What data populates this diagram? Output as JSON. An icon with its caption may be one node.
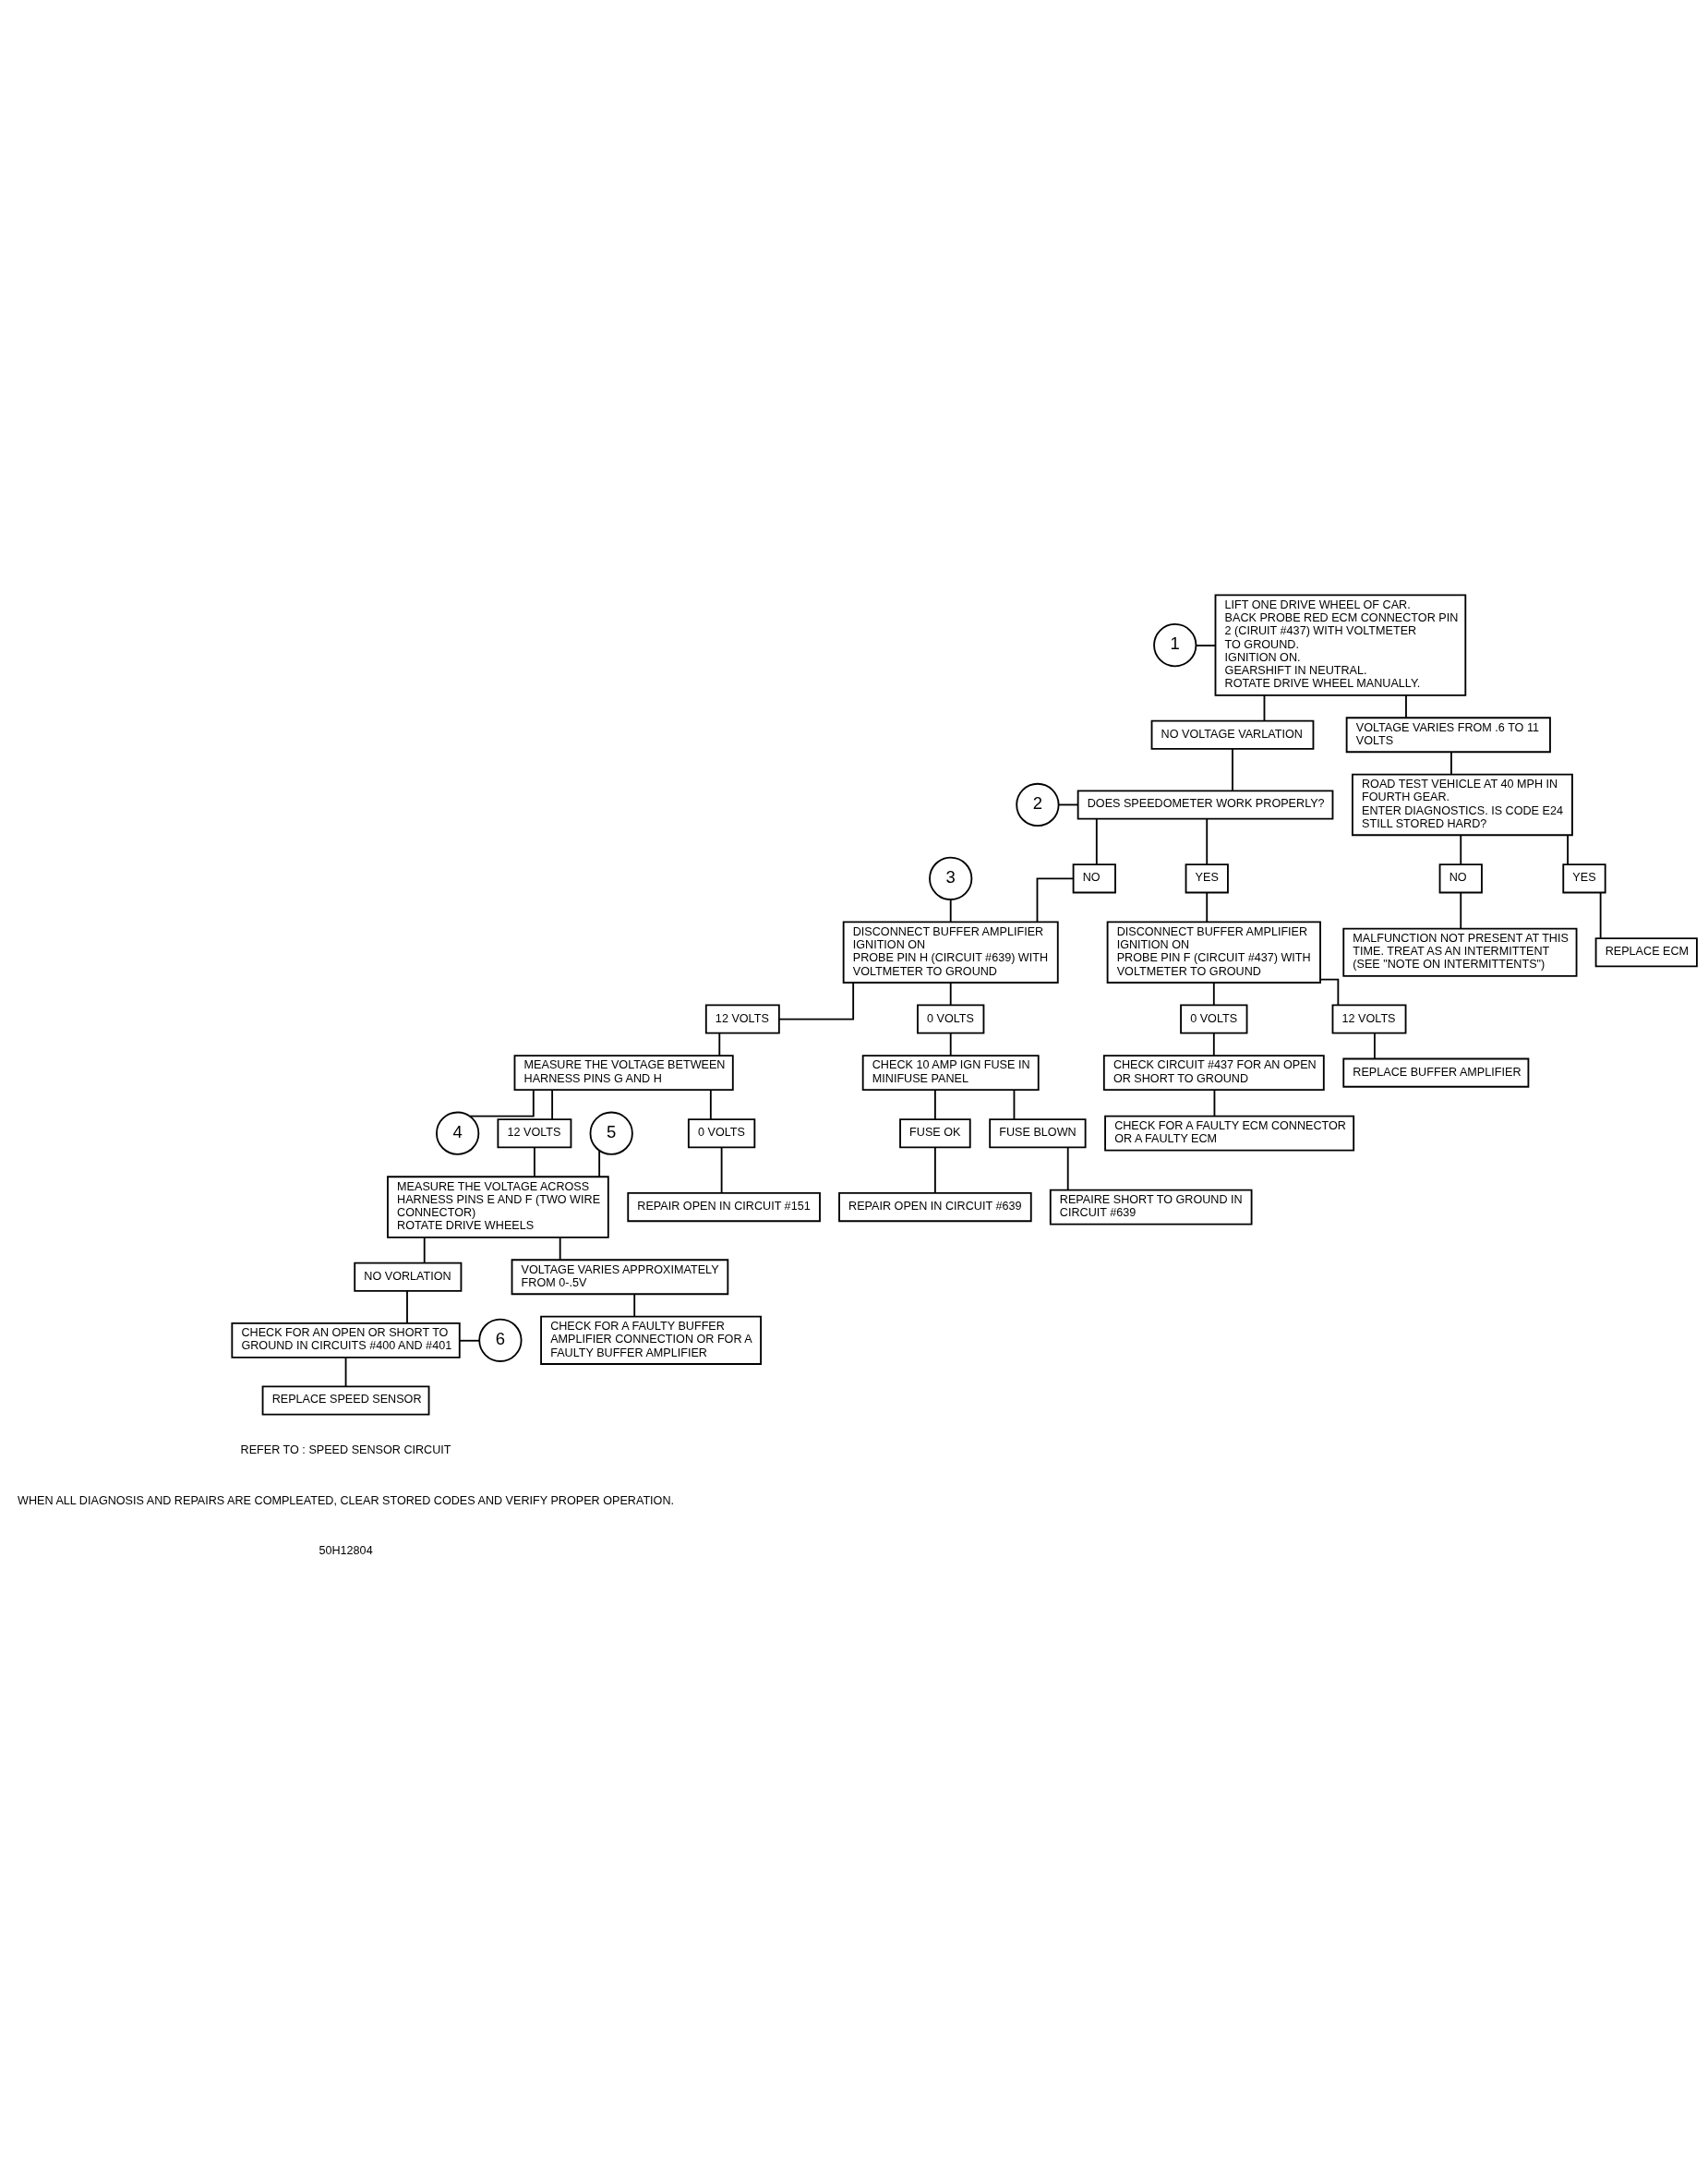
{
  "diagram": {
    "nodes": [
      {
        "text": [
          "1"
        ]
      },
      {
        "text": [
          "LIFT ONE DRIVE WHEEL OF CAR.",
          "BACK PROBE RED ECM CONNECTOR PIN 2 (CIRUIT #437) WITH VOLTMETER TO GROUND.",
          "IGNITION ON.",
          "GEARSHIFT IN NEUTRAL.",
          "ROTATE DRIVE WHEEL MANUALLY."
        ]
      },
      {
        "text": [
          "NO VOLTAGE VARLATION"
        ]
      },
      {
        "text": [
          "VOLTAGE VARIES FROM .6 TO 11 VOLTS"
        ]
      },
      {
        "text": [
          "2"
        ]
      },
      {
        "text": [
          "DOES SPEEDOMETER WORK PROPERLY?"
        ]
      },
      {
        "text": [
          "ROAD TEST VEHICLE AT 40 MPH IN FOURTH GEAR.",
          "ENTER DIAGNOSTICS. IS CODE E24 STILL STORED HARD?"
        ]
      },
      {
        "text": [
          "3"
        ]
      },
      {
        "text": [
          "NO"
        ]
      },
      {
        "text": [
          "YES"
        ]
      },
      {
        "text": [
          "DISCONNECT BUFFER AMPLIFIER",
          "IGNITION ON",
          "PROBE PIN H (CIRCUIT #639) WITH VOLTMETER TO GROUND"
        ]
      },
      {
        "text": [
          "DISCONNECT BUFFER AMPLIFIER",
          "IGNITION ON",
          "PROBE PIN F (CIRCUIT #437) WITH VOLTMETER TO GROUND"
        ]
      },
      {
        "text": [
          "NO"
        ]
      },
      {
        "text": [
          "YES"
        ]
      },
      {
        "text": [
          "MALFUNCTION NOT PRESENT AT THIS TIME. TREAT AS AN INTERMITTENT (SEE \"NOTE ON INTERMITTENTS\")"
        ]
      },
      {
        "text": [
          "REPLACE ECM"
        ]
      },
      {
        "text": [
          "12 VOLTS"
        ]
      },
      {
        "text": [
          "0 VOLTS"
        ]
      },
      {
        "text": [
          "0 VOLTS"
        ]
      },
      {
        "text": [
          "12 VOLTS"
        ]
      },
      {
        "text": [
          "MEASURE THE VOLTAGE BETWEEN HARNESS PINS G AND H"
        ]
      },
      {
        "text": [
          "CHECK 10 AMP IGN FUSE IN MINIFUSE PANEL"
        ]
      },
      {
        "text": [
          "CHECK CIRCUIT #437 FOR AN OPEN OR SHORT TO GROUND"
        ]
      },
      {
        "text": [
          "4"
        ]
      },
      {
        "text": [
          "CHECK FOR A FAULTY ECM CONNECTOR OR A FAULTY ECM"
        ]
      },
      {
        "text": [
          "REPLACE BUFFER AMPLIFIER"
        ]
      },
      {
        "text": [
          "12 VOLTS"
        ]
      },
      {
        "text": [
          "0 VOLTS"
        ]
      },
      {
        "text": [
          "FUSE OK"
        ]
      },
      {
        "text": [
          "FUSE BLOWN"
        ]
      },
      {
        "text": [
          "REPAIR OPEN IN CIRCUIT #639"
        ]
      },
      {
        "text": [
          "REPAIRE SHORT TO GROUND IN CIRCUIT #639"
        ]
      },
      {
        "text": [
          "5"
        ]
      },
      {
        "text": [
          "REPAIR OPEN IN CIRCUIT #151"
        ]
      },
      {
        "text": [
          "MEASURE THE VOLTAGE ACROSS HARNESS PINS E AND F (TWO WIRE CONNECTOR)",
          "ROTATE DRIVE WHEELS"
        ]
      },
      {
        "text": [
          "NO VORLATION"
        ]
      },
      {
        "text": [
          "VOLTAGE VARIES APPROXIMATELY FROM 0-.5V"
        ]
      },
      {
        "text": [
          "6"
        ]
      },
      {
        "text": [
          "CHECK FOR AN OPEN OR SHORT TO GROUND IN CIRCUITS #400 AND #401"
        ]
      },
      {
        "text": [
          "CHECK FOR A FAULTY BUFFER AMPLIFIER CONNECTION OR FOR A FAULTY BUFFER AMPLIFIER"
        ]
      },
      {
        "text": [
          "REPLACE SPEED SENSOR"
        ]
      }
    ],
    "edges": [
      {
        "from": 0,
        "to": 1,
        "arrow": "none"
      },
      {
        "from": 1,
        "to": 2,
        "arrow": "none"
      },
      {
        "from": 1,
        "to": 3,
        "arrow": "none"
      },
      {
        "from": 2,
        "to": 5,
        "arrow": "none"
      },
      {
        "from": 4,
        "to": 5,
        "arrow": "none"
      },
      {
        "from": 3,
        "to": 6,
        "arrow": "none"
      },
      {
        "from": 5,
        "to": 8,
        "arrow": "none"
      },
      {
        "from": 5,
        "to": 9,
        "arrow": "none"
      },
      {
        "from": 7,
        "to": 10,
        "arrow": "none"
      },
      {
        "from": 8,
        "to": 10,
        "arrow": "none"
      },
      {
        "from": 9,
        "to": 11,
        "arrow": "none"
      },
      {
        "from": 6,
        "to": 12,
        "arrow": "none"
      },
      {
        "from": 6,
        "to": 13,
        "arrow": "none"
      },
      {
        "from": 12,
        "to": 14,
        "arrow": "none"
      },
      {
        "from": 13,
        "to": 15,
        "arrow": "none"
      },
      {
        "from": 10,
        "to": 16,
        "arrow": "none"
      },
      {
        "from": 10,
        "to": 17,
        "arrow": "none"
      },
      {
        "from": 11,
        "to": 18,
        "arrow": "none"
      },
      {
        "from": 11,
        "to": 19,
        "arrow": "none"
      },
      {
        "from": 16,
        "to": 20,
        "arrow": "none"
      },
      {
        "from": 17,
        "to": 21,
        "arrow": "none"
      },
      {
        "from": 18,
        "to": 22,
        "arrow": "none"
      },
      {
        "from": 19,
        "to": 25,
        "arrow": "none"
      },
      {
        "from": 22,
        "to": 24,
        "arrow": "none"
      },
      {
        "from": 20,
        "to": 23,
        "arrow": "none"
      },
      {
        "from": 20,
        "to": 26,
        "arrow": "none"
      },
      {
        "from": 20,
        "to": 27,
        "arrow": "none"
      },
      {
        "from": 21,
        "to": 28,
        "arrow": "none"
      },
      {
        "from": 21,
        "to": 29,
        "arrow": "none"
      },
      {
        "from": 26,
        "to": 34,
        "arrow": "none"
      },
      {
        "from": 27,
        "to": 33,
        "arrow": "none"
      },
      {
        "from": 28,
        "to": 30,
        "arrow": "none"
      },
      {
        "from": 29,
        "to": 31,
        "arrow": "none"
      },
      {
        "from": 32,
        "to": 34,
        "arrow": "none"
      },
      {
        "from": 34,
        "to": 35,
        "arrow": "none"
      },
      {
        "from": 34,
        "to": 36,
        "arrow": "none"
      },
      {
        "from": 35,
        "to": 38,
        "arrow": "none"
      },
      {
        "from": 37,
        "to": 38,
        "arrow": "none"
      },
      {
        "from": 36,
        "to": 39,
        "arrow": "none"
      },
      {
        "from": 38,
        "to": 40,
        "arrow": "none"
      }
    ],
    "labels": [
      "REFER TO : SPEED SENSOR CIRCUIT",
      "WHEN ALL DIAGNOSIS AND REPAIRS ARE COMPLEATED, CLEAR STORED CODES AND VERIFY PROPER OPERATION.",
      "50H12804"
    ]
  }
}
